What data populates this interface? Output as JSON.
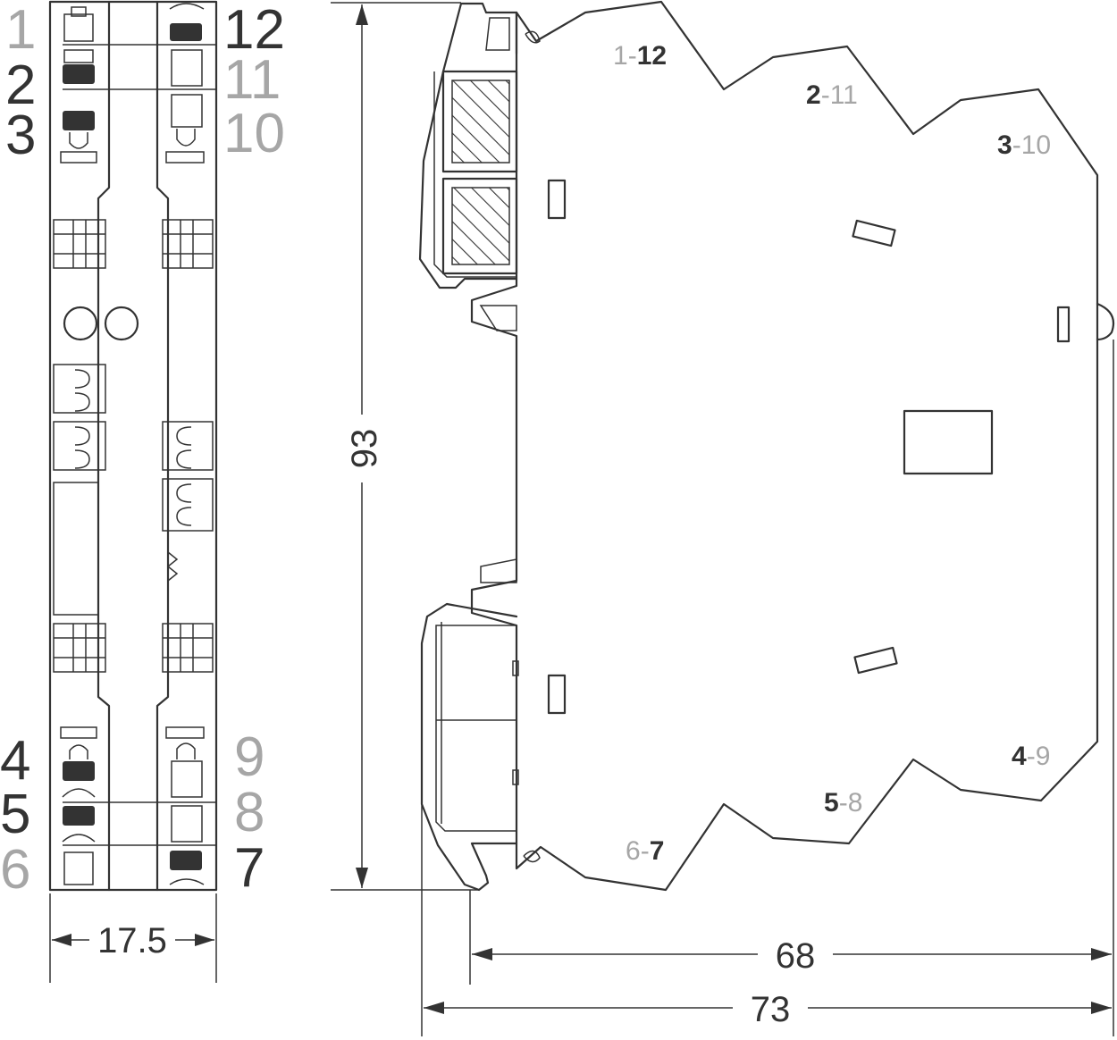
{
  "front_view": {
    "left_terminals": [
      {
        "label": "1",
        "shade": "light"
      },
      {
        "label": "2",
        "shade": "dark"
      },
      {
        "label": "3",
        "shade": "dark"
      },
      {
        "label": "4",
        "shade": "dark"
      },
      {
        "label": "5",
        "shade": "dark"
      },
      {
        "label": "6",
        "shade": "light"
      }
    ],
    "right_terminals": [
      {
        "label": "12",
        "shade": "dark"
      },
      {
        "label": "11",
        "shade": "light"
      },
      {
        "label": "10",
        "shade": "light"
      },
      {
        "label": "9",
        "shade": "light"
      },
      {
        "label": "8",
        "shade": "light"
      },
      {
        "label": "7",
        "shade": "dark"
      }
    ],
    "width_dimension": "17.5"
  },
  "side_view": {
    "height_dimension": "93",
    "depth_dimension_short": "68",
    "depth_dimension_long": "73",
    "terminal_pairs": {
      "p1": {
        "a": "1",
        "sep": "-",
        "b": "12"
      },
      "p2": {
        "a": "2",
        "sep": "-",
        "b": "11"
      },
      "p3": {
        "a": "3",
        "sep": "-",
        "b": "10"
      },
      "p4": {
        "a": "4",
        "sep": "-",
        "b": "9"
      },
      "p5": {
        "a": "5",
        "sep": "-",
        "b": "8"
      },
      "p6": {
        "a": "6",
        "sep": "-",
        "b": "7"
      }
    }
  },
  "colors": {
    "line": "#333333",
    "light_label": "#a6a6a6"
  }
}
